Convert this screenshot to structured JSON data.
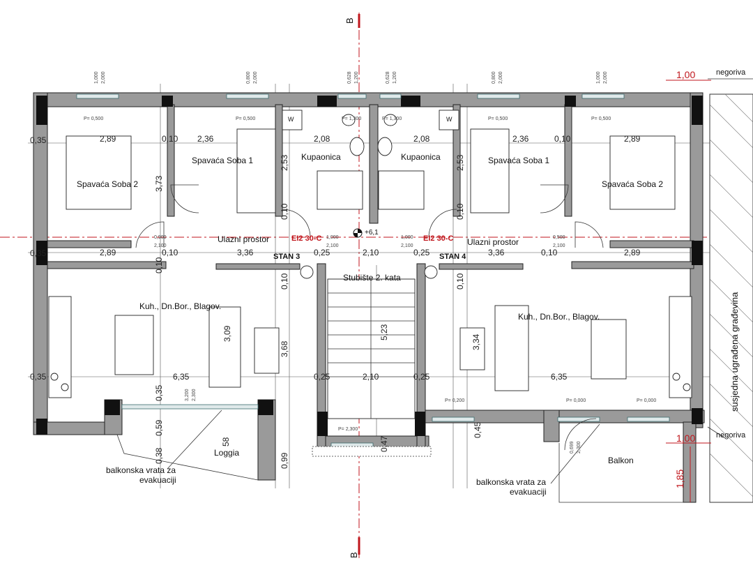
{
  "section_marks": {
    "top": "B",
    "bottom": "B"
  },
  "rooms": {
    "left": {
      "bedroom2": "Spavaća Soba 2",
      "bedroom1": "Spavaća Soba 1",
      "bathroom": "Kupaonica",
      "entrance": "Ulazni prostor",
      "unit": "STAN 3",
      "kitchen": "Kuh., Dn.Bor., Blagov.",
      "loggia": "Loggia"
    },
    "right": {
      "bedroom2": "Spavaća Soba 2",
      "bedroom1": "Spavaća Soba 1",
      "bathroom": "Kupaonica",
      "entrance": "Ulazni prostor",
      "unit": "STAN 4",
      "kitchen": "Kuh., Dn.Bor., Blagov.",
      "balcony": "Balkon"
    },
    "stair": "Stubište 2. kata",
    "level": "+6,1"
  },
  "fire_doors": {
    "left": "EI2 30-C",
    "right": "EI2 30-C"
  },
  "notes": {
    "evac_line1": "balkonska vrata za",
    "evac_line2": "evakuaciji",
    "unbearing": "negoriva",
    "neighbor": "susjedna ugrađena građevina"
  },
  "dimensions": {
    "left_bed2_w": "2,89",
    "left_bed1_w": "2,36",
    "left_bath_w": "2,08",
    "right_bath_w": "2,08",
    "right_bed1_w": "2,36",
    "right_bed2_w": "2,89",
    "left_liv_w": "2,89",
    "left_ent_w": "3,36",
    "stair_w": "2,10",
    "right_ent_w": "3,36",
    "right_liv_w": "2,89",
    "left_kitch_w": "6,35",
    "stair_w2": "2,10",
    "right_kitch_w": "6,35",
    "h_373": "3,73",
    "h_253a": "2,53",
    "h_253b": "2,53",
    "h_309": "3,09",
    "h_368": "3,68",
    "h_523": "5,23",
    "h_334": "3,34",
    "h_58": "58",
    "h_099": "0,99",
    "h_185": "1,85",
    "w_100a": "1,00",
    "w_100b": "1,00",
    "wall_035": "0,35",
    "wall_025": "0,25",
    "wall_010": "0,10",
    "wall_059": "0,59",
    "wall_038": "0,38",
    "wall_045": "0,45",
    "wall_047": "0,47"
  },
  "small_labels": {
    "p500": "P= 0,500",
    "p1300": "P= 1,300",
    "p2300": "P= 2,300",
    "p200": "P= 0,200",
    "p000": "P= 0,000",
    "w": "W",
    "d_0900": "0,900",
    "d_2100": "2,100",
    "d_1000": "1,000",
    "d_2000": "2,000",
    "d_0800": "0,800",
    "d_0628": "0,628",
    "d_1200": "1,200",
    "d_3200": "3,200",
    "d_2300": "2,300",
    "d_0699": "0,699",
    "d_0500": "0,500"
  }
}
